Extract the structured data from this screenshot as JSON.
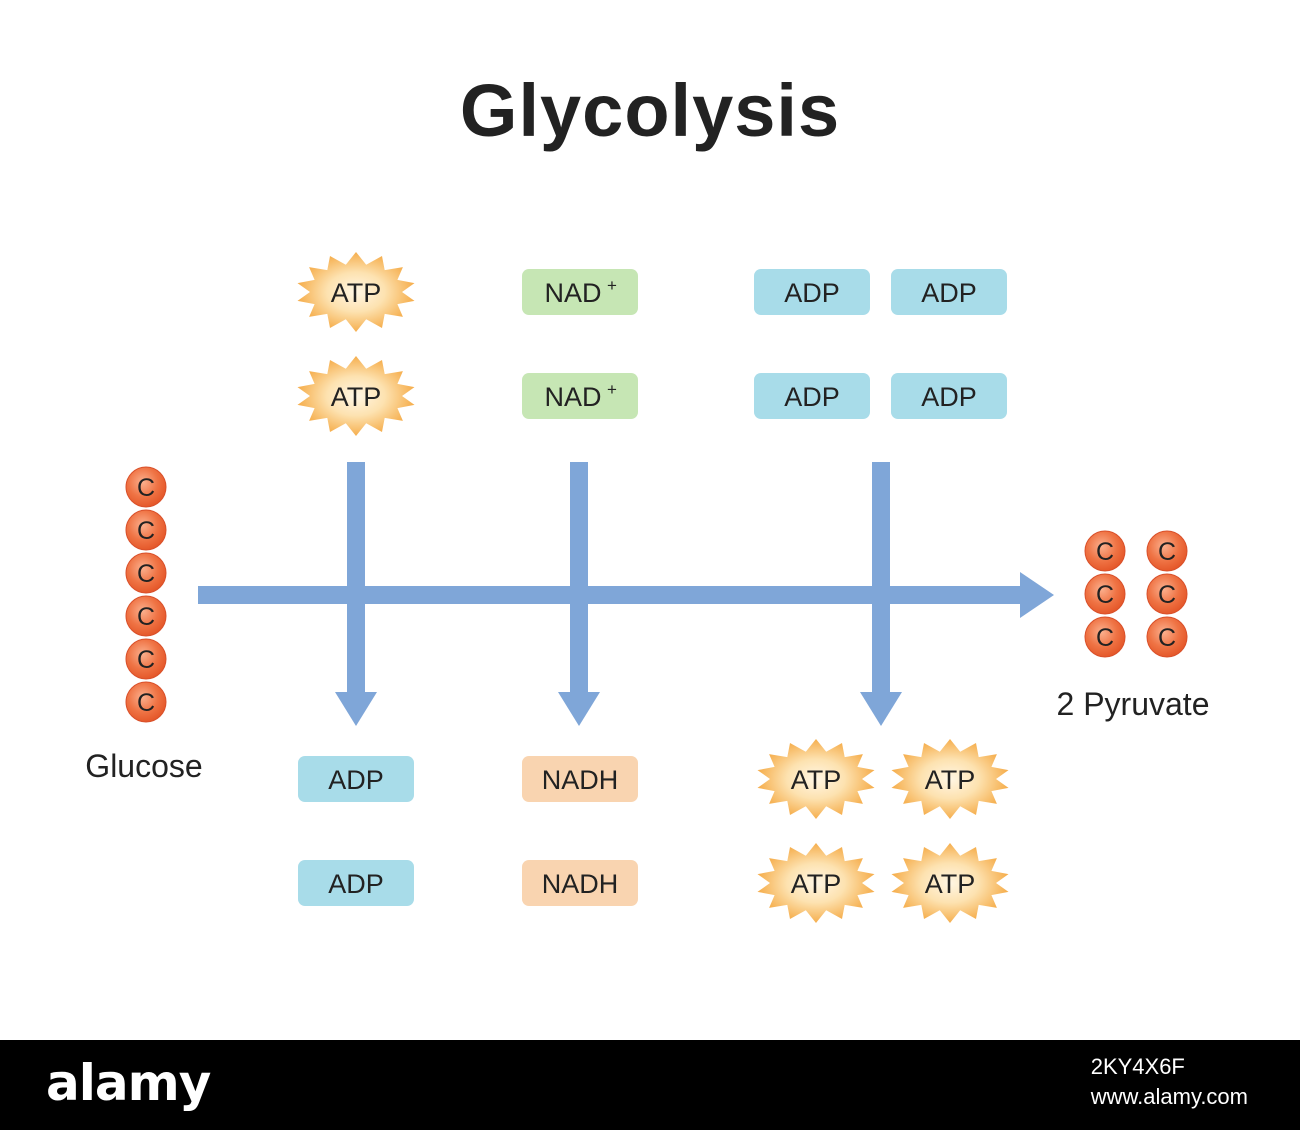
{
  "title": "Glycolysis",
  "start": {
    "label": "Glucose",
    "atoms": [
      "C",
      "C",
      "C",
      "C",
      "C",
      "C"
    ]
  },
  "end": {
    "label": "2 Pyruvate",
    "molecules": [
      [
        "C",
        "C",
        "C"
      ],
      [
        "C",
        "C",
        "C"
      ]
    ]
  },
  "inputs": [
    {
      "kind": "atp",
      "items": [
        "ATP",
        "ATP"
      ]
    },
    {
      "kind": "nad",
      "items": [
        "NAD",
        "NAD"
      ],
      "superscript": "+"
    },
    {
      "kind": "adp",
      "items": [
        "ADP",
        "ADP",
        "ADP",
        "ADP"
      ]
    }
  ],
  "outputs": [
    {
      "kind": "adp",
      "items": [
        "ADP",
        "ADP"
      ]
    },
    {
      "kind": "nadh",
      "items": [
        "NADH",
        "NADH"
      ]
    },
    {
      "kind": "atp",
      "items": [
        "ATP",
        "ATP",
        "ATP",
        "ATP"
      ]
    }
  ],
  "colors": {
    "arrow": "#7fa6d8",
    "atp_outer": "#f4a43a",
    "atp_inner": "#fdebc8",
    "adp_box": "#a8dce9",
    "nad_box": "#c6e6b4",
    "nadh_box": "#f9d4b0",
    "carbon": "#ec6a3c"
  },
  "footer": {
    "brand": "alamy",
    "image_id": "2KY4X6F",
    "site": "www.alamy.com"
  }
}
